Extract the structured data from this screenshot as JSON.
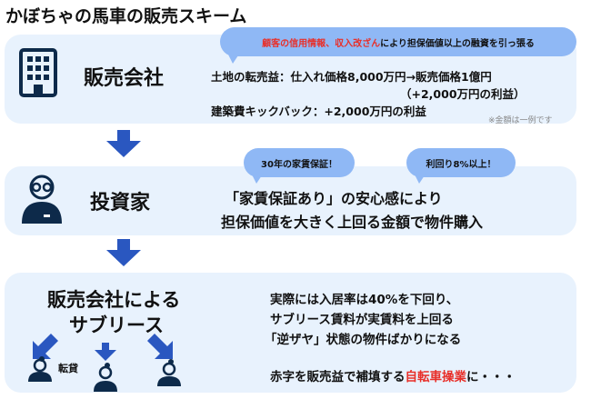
{
  "title": "かぼちゃの馬車の販売スキーム",
  "colors": {
    "panel": "#e8f2fd",
    "bubble": "#8fb8f5",
    "arrow": "#2a57c0",
    "icon": "#0d2a4a",
    "highlight": "#e8302a"
  },
  "sales_company": {
    "label": "販売会社",
    "bubble": {
      "red": "顧客の信用情報、収入改ざん",
      "rest": "により担保価値以上の融資を引っ張る"
    },
    "lines": [
      "土地の転売益：仕入れ価格8,000万円→販売価格1億円",
      "（+2,000万円の利益）",
      "建築費キックバック：+2,000万円の利益"
    ],
    "note": "※金額は一例です"
  },
  "investor": {
    "label": "投資家",
    "bubbles": [
      "30年の家賃保証！",
      "利回り8%以上！"
    ],
    "lines": [
      "「家賃保証あり」の安心感により",
      "担保価値を大きく上回る金額で物件購入"
    ]
  },
  "sublease": {
    "label_lines": [
      "販売会社による",
      "サブリース"
    ],
    "sublet_label": "転貸",
    "lines": [
      "実際には入居率は40%を下回り、",
      "サブリース賃料が実賃料を上回る",
      "「逆ザヤ」状態の物件ばかりになる"
    ],
    "last": {
      "pre": "赤字を販売益で補填する",
      "red": "自転車操業",
      "post": "に・・・"
    }
  }
}
